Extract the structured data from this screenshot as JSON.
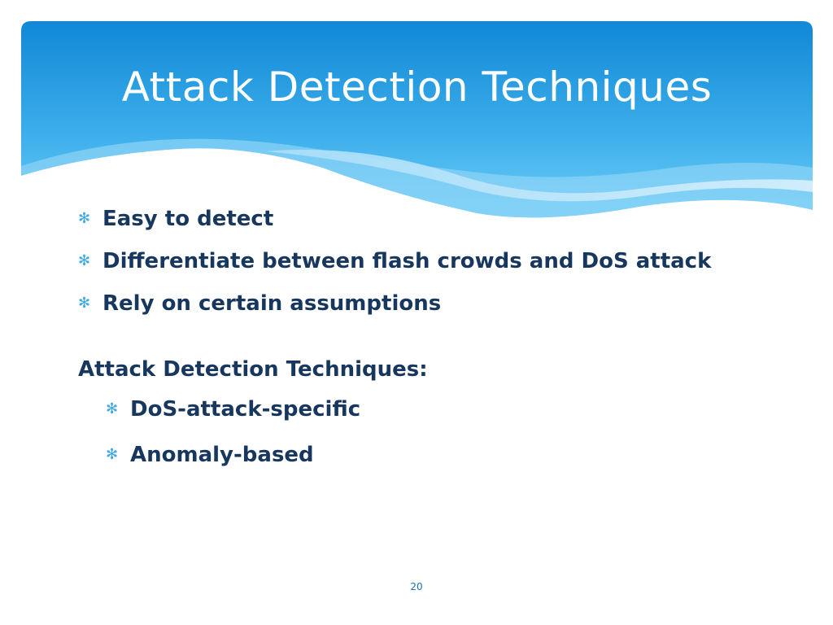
{
  "slide": {
    "title": "Attack Detection Techniques",
    "bullets": [
      {
        "text": "Easy to detect"
      },
      {
        "text": "Differentiate between flash crowds and DoS attack"
      },
      {
        "text": "Rely on certain assumptions"
      }
    ],
    "subheading": "Attack Detection Techniques:",
    "sub_bullets": [
      {
        "text": "DoS-attack-specific"
      },
      {
        "text": "Anomaly-based"
      }
    ],
    "page_number": "20",
    "bullet_icon": "asterisk-icon",
    "colors": {
      "header_top": "#1a8fd8",
      "header_bottom": "#57c3f2",
      "text": "#17375e",
      "bullet": "#3fa9e6"
    }
  }
}
